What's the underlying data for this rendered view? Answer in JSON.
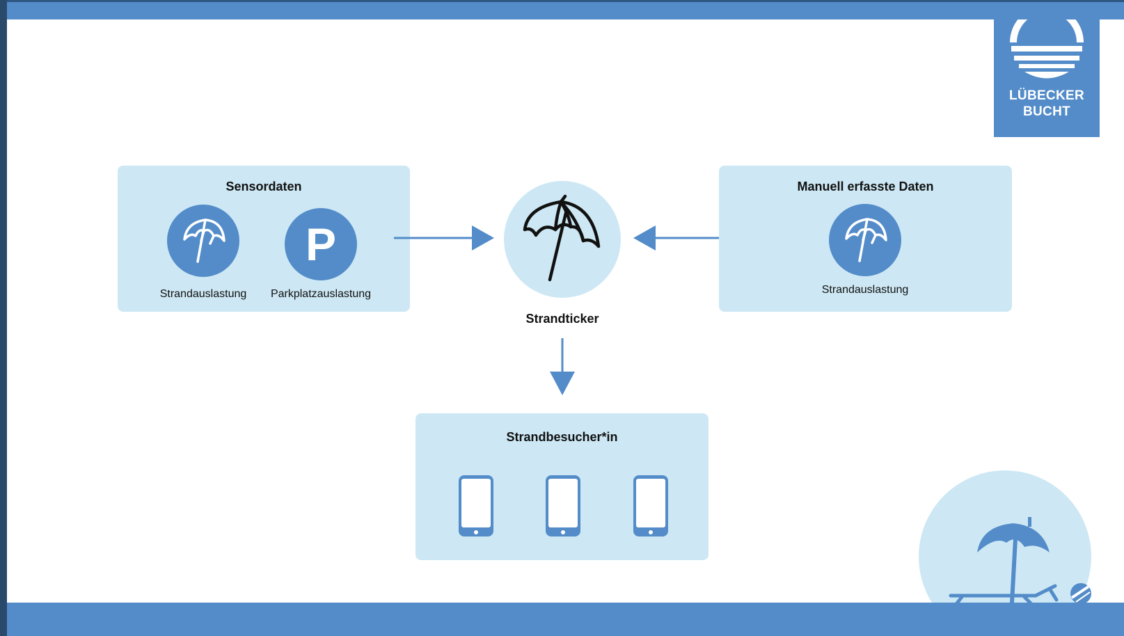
{
  "logo": {
    "line1": "LÜBECKER",
    "line2": "BUCHT"
  },
  "sensor_panel": {
    "title": "Sensordaten",
    "items": [
      {
        "label": "Strandauslastung",
        "icon": "umbrella-icon"
      },
      {
        "label": "Parkplatzauslastung",
        "icon": "parking-icon",
        "glyph": "P"
      }
    ]
  },
  "center": {
    "label": "Strandticker",
    "icon": "umbrella-icon"
  },
  "manual_panel": {
    "title": "Manuell erfasste Daten",
    "items": [
      {
        "label": "Strandauslastung",
        "icon": "umbrella-icon"
      }
    ]
  },
  "visitor_panel": {
    "title": "Strandbesucher*in",
    "devices": [
      "smartphone-icon",
      "smartphone-icon",
      "smartphone-icon"
    ]
  },
  "colors": {
    "brand_blue": "#538cc9",
    "panel_fill": "#cde8f4",
    "text": "#111111"
  }
}
